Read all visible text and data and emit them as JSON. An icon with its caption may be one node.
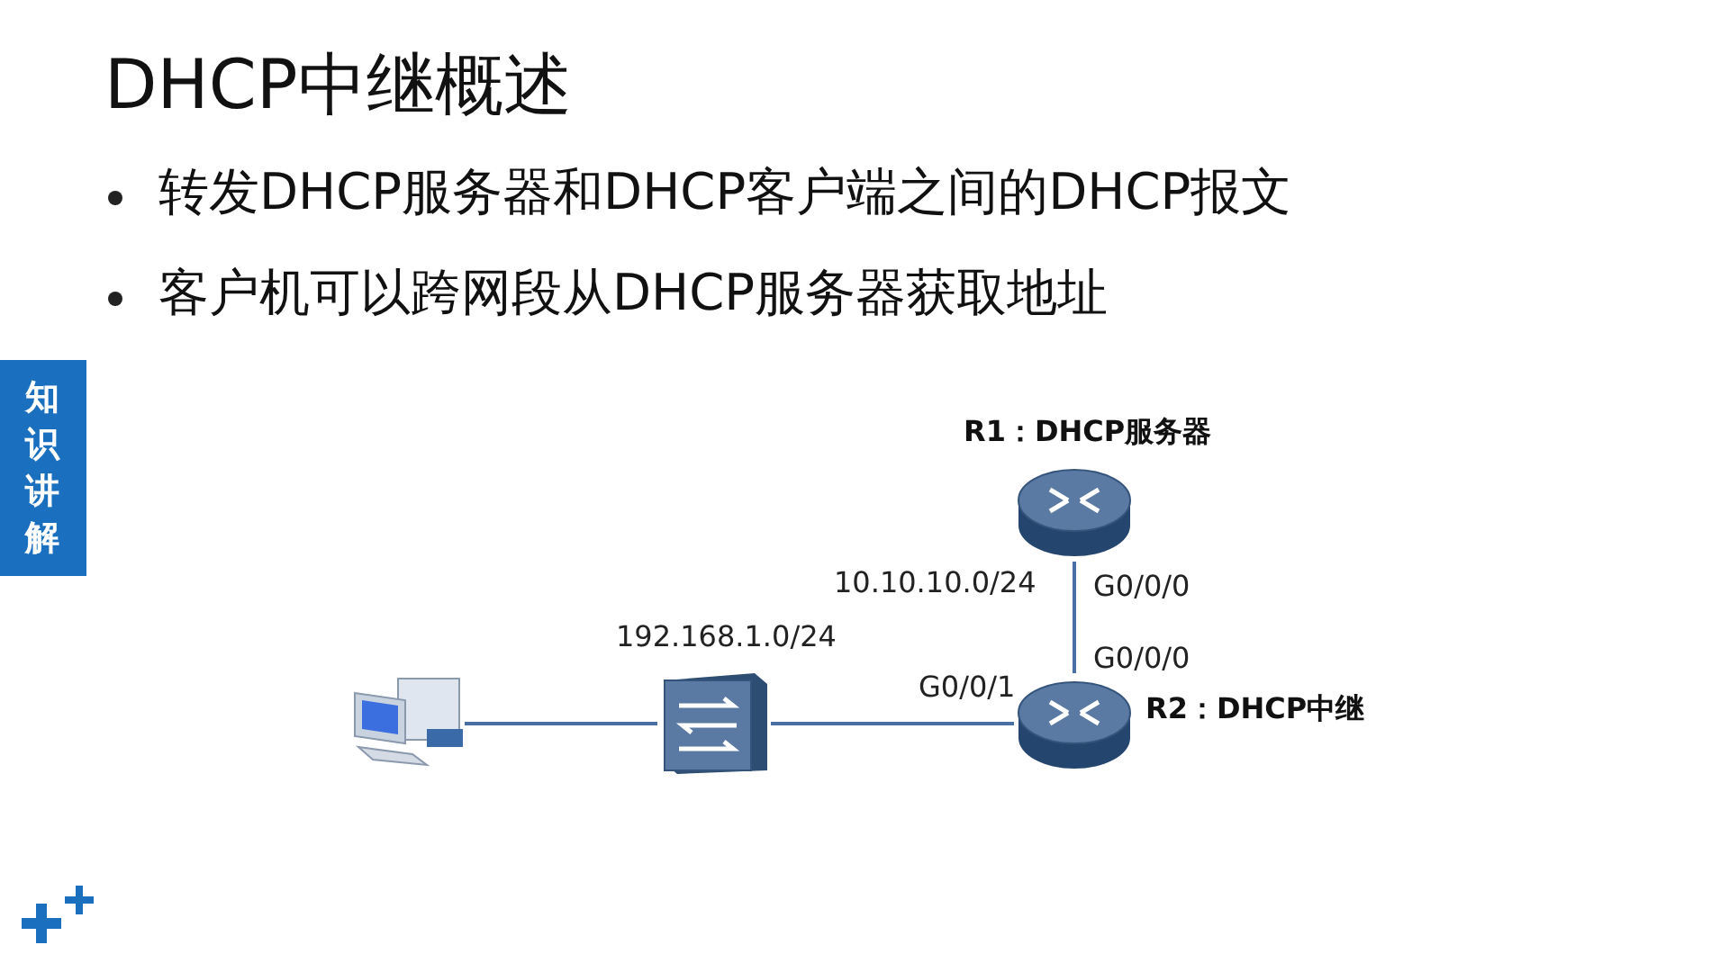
{
  "diagram": {
    "title": "DHCP中继概述",
    "nodes": [
      {
        "text": [],
        "shape": "computer"
      },
      {
        "text": [],
        "shape": "switch"
      },
      {
        "text": [],
        "shape": "router",
        "beside": [
          "R1：DHCP服务器"
        ]
      },
      {
        "text": [],
        "shape": "router",
        "beside": [
          "R2：DHCP中继"
        ]
      },
      {
        "text": [
          "知识讲解"
        ]
      }
    ],
    "edges": [
      {
        "from": 0,
        "to": 1,
        "arrow": "none"
      },
      {
        "from": 1,
        "to": 3,
        "arrow": "none"
      },
      {
        "from": 2,
        "to": 3,
        "arrow": "none"
      }
    ],
    "labels": [
      "转发DHCP服务器和DHCP客户端之间的DHCP报文",
      "客户机可以跨网段从DHCP服务器获取地址",
      "10.10.10.0/24",
      "G0/0/0",
      "192.168.1.0/24",
      "G0/0/0",
      "G0/0/1"
    ]
  }
}
